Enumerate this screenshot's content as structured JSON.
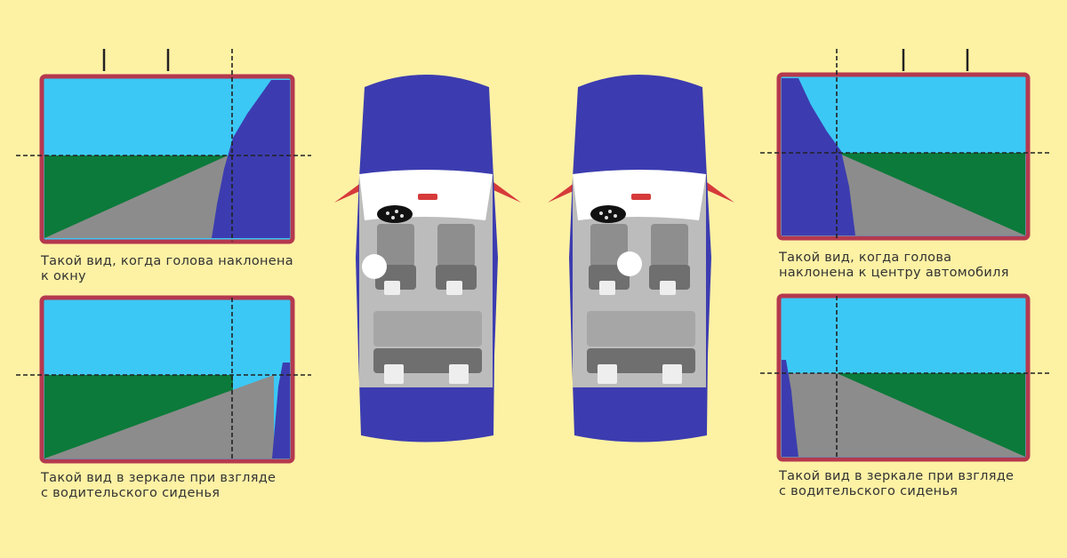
{
  "captions": {
    "left_top": [
      "Такой вид, когда голова наклонена",
      "к окну"
    ],
    "left_bottom": [
      "Такой вид в зеркале при взгляде",
      "с водительского сиденья"
    ],
    "right_top": [
      "Такой вид, когда голова",
      "наклонена к центру автомобиля"
    ],
    "right_bottom": [
      "Такой вид в зеркале при взгляде",
      "с водительского сиденья"
    ]
  },
  "colors": {
    "background": "#fdf1a4",
    "sky": "#3cc8f5",
    "grass": "#0c7a3a",
    "road": "#8c8c8c",
    "car_body": "#3c3cb0",
    "mirror_frame": "#b5394e",
    "car_interior": "#bcbcbc",
    "seat": "#8e8e8e",
    "side_mirror": "#d63a3a"
  }
}
